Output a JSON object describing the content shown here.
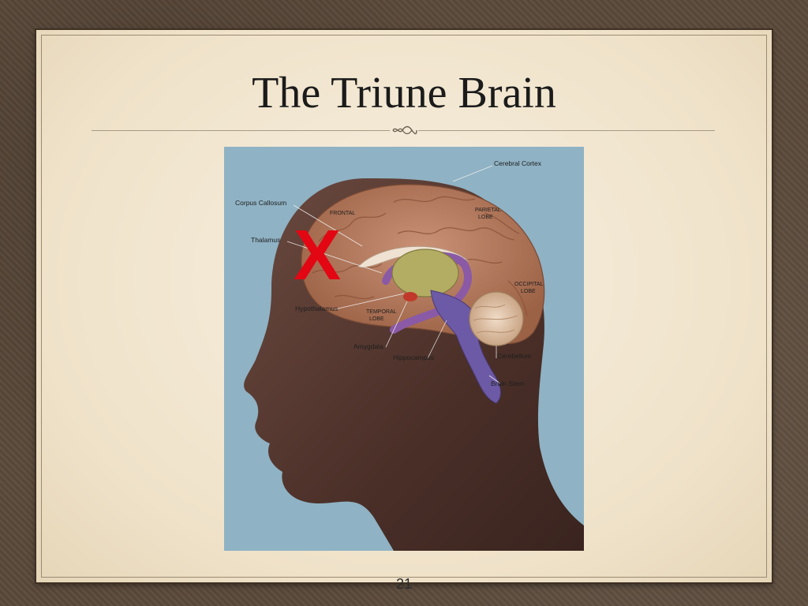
{
  "slide": {
    "title": "The Triune Brain",
    "page_number": "21"
  },
  "diagram": {
    "labels": {
      "cerebral_cortex": "Cerebral Cortex",
      "corpus_callosum": "Corpus Callosum",
      "frontal_lobe": "FRONTAL",
      "parietal_lobe_1": "PARIETAL",
      "parietal_lobe_2": "LOBE",
      "thalamus": "Thalamus",
      "occipital_lobe_1": "OCCIPITAL",
      "occipital_lobe_2": "LOBE",
      "hypothalamus": "Hypothalamus",
      "temporal_lobe_1": "TEMPORAL",
      "temporal_lobe_2": "LOBE",
      "amygdala": "Amygdala",
      "hippocampus": "Hippocampus",
      "cerebellum": "Cerebellum",
      "brain_stem": "Brain Stem"
    },
    "cross_mark": "X",
    "colors": {
      "background": "#8fb2c4",
      "skin": "#5a3c33",
      "cortex": "#b07a5c",
      "limbic": "#8a5aa6",
      "thalamus": "#b3ad63",
      "cross": "#e30613"
    }
  }
}
